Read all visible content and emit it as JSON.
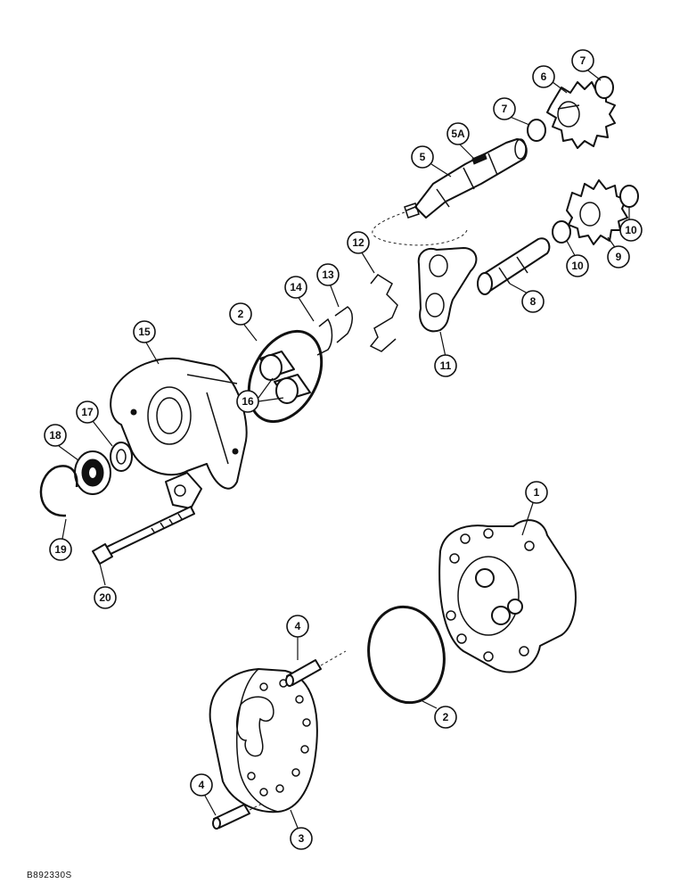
{
  "reference_code": "B892330S",
  "callouts": [
    {
      "id": "c1",
      "label": "1"
    },
    {
      "id": "c2a",
      "label": "2"
    },
    {
      "id": "c2b",
      "label": "2"
    },
    {
      "id": "c3",
      "label": "3"
    },
    {
      "id": "c4a",
      "label": "4"
    },
    {
      "id": "c4b",
      "label": "4"
    },
    {
      "id": "c5",
      "label": "5"
    },
    {
      "id": "c5a",
      "label": "5A"
    },
    {
      "id": "c6",
      "label": "6"
    },
    {
      "id": "c7a",
      "label": "7"
    },
    {
      "id": "c7b",
      "label": "7"
    },
    {
      "id": "c8",
      "label": "8"
    },
    {
      "id": "c9",
      "label": "9"
    },
    {
      "id": "c10a",
      "label": "10"
    },
    {
      "id": "c10b",
      "label": "10"
    },
    {
      "id": "c11",
      "label": "11"
    },
    {
      "id": "c12",
      "label": "12"
    },
    {
      "id": "c13",
      "label": "13"
    },
    {
      "id": "c14",
      "label": "14"
    },
    {
      "id": "c15",
      "label": "15"
    },
    {
      "id": "c16",
      "label": "16"
    },
    {
      "id": "c17",
      "label": "17"
    },
    {
      "id": "c18",
      "label": "18"
    },
    {
      "id": "c19",
      "label": "19"
    },
    {
      "id": "c20",
      "label": "20"
    }
  ]
}
